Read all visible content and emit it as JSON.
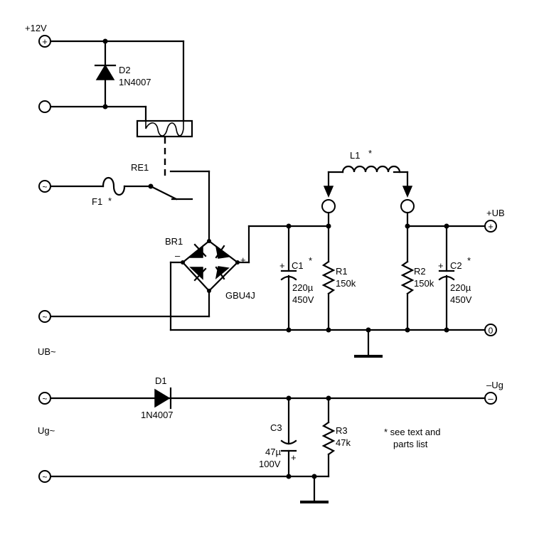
{
  "labels": {
    "supply_12v": "+12V",
    "d2_ref": "D2",
    "d2_part": "1N4007",
    "relay_ref": "RE1",
    "fuse_ref": "F1",
    "fuse_star": "*",
    "bridge_ref": "BR1",
    "bridge_part": "GBU4J",
    "bridge_minus": "–",
    "bridge_plus": "+",
    "c1_ref": "C1",
    "c1_star": "*",
    "c1_plus": "+",
    "c1_value": "220µ",
    "c1_voltage": "450V",
    "r1_ref": "R1",
    "r1_value": "150k",
    "l1_ref": "L1",
    "l1_star": "*",
    "r2_ref": "R2",
    "r2_value": "150k",
    "c2_ref": "C2",
    "c2_star": "*",
    "c2_plus": "+",
    "c2_value": "220µ",
    "c2_voltage": "450V",
    "out_ub": "+UB",
    "out_zero": "0",
    "ub_ac": "UB~",
    "d1_ref": "D1",
    "d1_part": "1N4007",
    "ug_ac": "Ug~",
    "c3_ref": "C3",
    "c3_plus": "+",
    "c3_value": "47µ",
    "c3_voltage": "100V",
    "r3_ref": "R3",
    "r3_value": "47k",
    "out_ug": "–Ug",
    "note_line1": "* see text and",
    "note_line2": "parts list"
  },
  "terminals": {
    "plus_symbol": "+",
    "minus_symbol": "–",
    "ac_symbol": "~"
  }
}
